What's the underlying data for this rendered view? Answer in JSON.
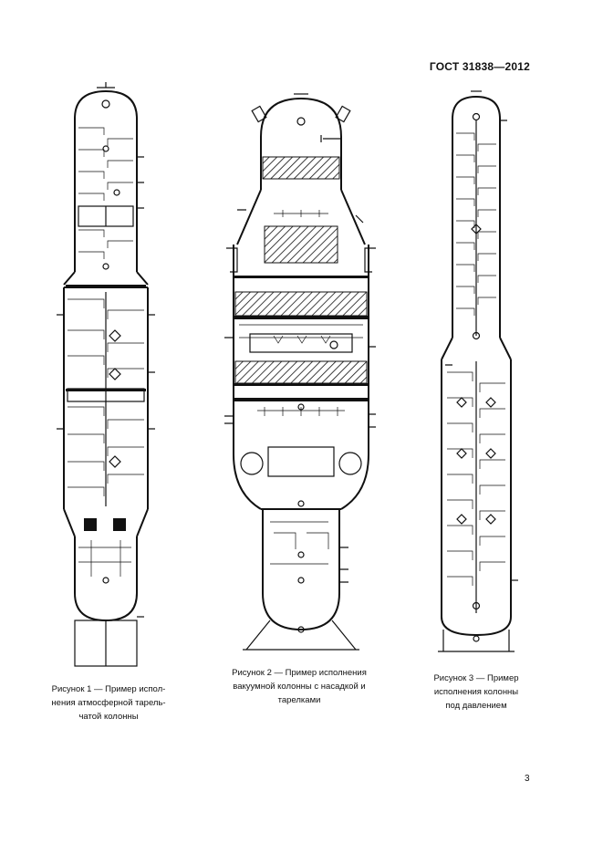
{
  "header": {
    "standard": "ГОСТ 31838—2012"
  },
  "figures": [
    {
      "caption_lines": [
        "Рисунок 1 — Пример испол-",
        "нения атмосферной тарель-",
        "чатой колонны"
      ]
    },
    {
      "caption_lines": [
        "Рисунок  2 — Пример  исполнения",
        "вакуумной колонны с насадкой и",
        "тарелками"
      ]
    },
    {
      "caption_lines": [
        "Рисунок 3 — Пример",
        "исполнения колонны",
        "под давлением"
      ]
    }
  ],
  "page_number": "3"
}
